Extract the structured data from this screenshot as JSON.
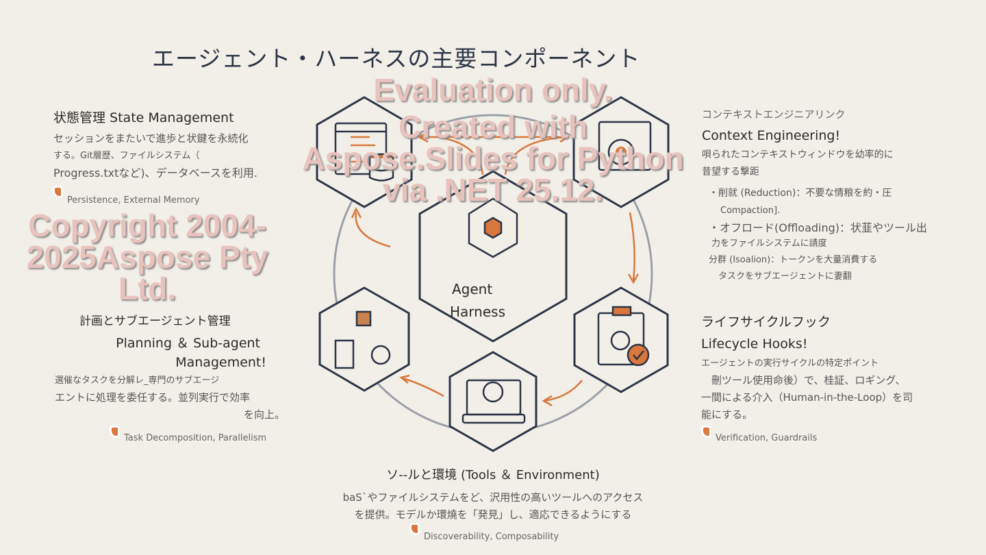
{
  "title": "エージェント・ハーネスの主要コンポーネント",
  "center": {
    "line1": "Agent",
    "line2": "Harness"
  },
  "state": {
    "heading": "状態管理 State Management",
    "lines": [
      "セッションをまたいで進歩と状鍵を永続化",
      "する。Git層歴、ファイルシステム（",
      " Progress.txtなど)、データベースを利用."
    ],
    "tag": "Persistence, External Memory"
  },
  "context": {
    "heading_jp": "コンテキストエンジニアリンク",
    "heading": "Context Engineering!",
    "lines": [
      "唄られたコンテキストウィンドウを幼率的に",
      "昔望する撃距"
    ],
    "bullets": [
      "・削就 (Reduction)：不要な情粮を約・圧",
      "Compaction].",
      "・オフロード(Offloading)：状韮やツール出",
      "力をファイルシステムに請度",
      "分群 (Isoalion)：トークンを大量消費する",
      "タスクをサブエージェントに妻翻"
    ]
  },
  "planning": {
    "heading_jp": "計画とサブエージェント管理",
    "heading1": "Planning ＆ Sub-agent",
    "heading2": "Management!",
    "lines": [
      "選催なタスクを分解レ_専門のサブエージ",
      "エントに処理を委任する。並列実行で効率",
      "を向上。"
    ],
    "tag": "Task Decomposition, Parallelism"
  },
  "lifecycle": {
    "heading_jp": "ライフサイクルフック",
    "heading": "Lifecycle Hooks!",
    "lines": [
      "エージェントの実行サイクルの特定ポイント",
      "　刪ツール使用命後）で、桂証、ロギング、",
      "一間による介入（Human-in-the-Loop）を司",
      "能にする。"
    ],
    "tag": "Verification, Guardrails"
  },
  "tools": {
    "heading": "ソ--ルと環境 (Tools ＆ Environment)",
    "lines": [
      "baS`やファイルシステムをど、沢用性の高いツールへのアクセス",
      "を提供。モデルか環燒を「発見」し、適応できるようにする"
    ],
    "tag": "Discoverability, Composability"
  },
  "watermark": [
    "Evaluation only.",
    "Created with Aspose.Slides for Python via .NET 25.12.",
    "Copyright 2004-2025Aspose Pty Ltd."
  ],
  "colors": {
    "accent": "#d9773c",
    "stroke": "#2b3446",
    "background": "#f2efe8"
  }
}
